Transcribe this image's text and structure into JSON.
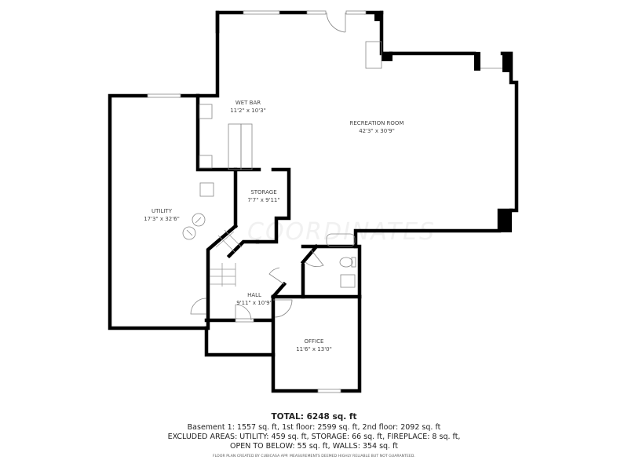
{
  "floor_plan": {
    "watermark": "COORDINATES",
    "rooms": [
      {
        "name": "WET BAR",
        "dimensions": "11'2\" x 10'3\""
      },
      {
        "name": "RECREATION ROOM",
        "dimensions": "42'3\" x 30'9\""
      },
      {
        "name": "STORAGE",
        "dimensions": "7'7\" x 9'11\""
      },
      {
        "name": "UTILITY",
        "dimensions": "17'3\" x 32'6\""
      },
      {
        "name": "HALL",
        "dimensions": "9'11\" x 10'9\""
      },
      {
        "name": "OFFICE",
        "dimensions": "11'6\" x 13'0\""
      }
    ]
  },
  "summary": {
    "total": "TOTAL: 6248 sq. ft",
    "floors": "Basement 1: 1557 sq. ft, 1st floor: 2599 sq. ft, 2nd floor: 2092 sq. ft",
    "excluded_1": "EXCLUDED AREAS: UTILITY: 459 sq. ft, STORAGE: 66 sq. ft, FIREPLACE: 8 sq. ft,",
    "excluded_2": "OPEN TO BELOW: 55 sq. ft, WALLS: 354 sq. ft",
    "disclaimer": "FLOOR PLAN CREATED BY CUBICASA APP. MEASUREMENTS DEEMED HIGHLY RELIABLE BUT NOT GUARANTEED."
  },
  "colors": {
    "wall": "#000000",
    "fixture": "#888888",
    "text": "#444444"
  }
}
